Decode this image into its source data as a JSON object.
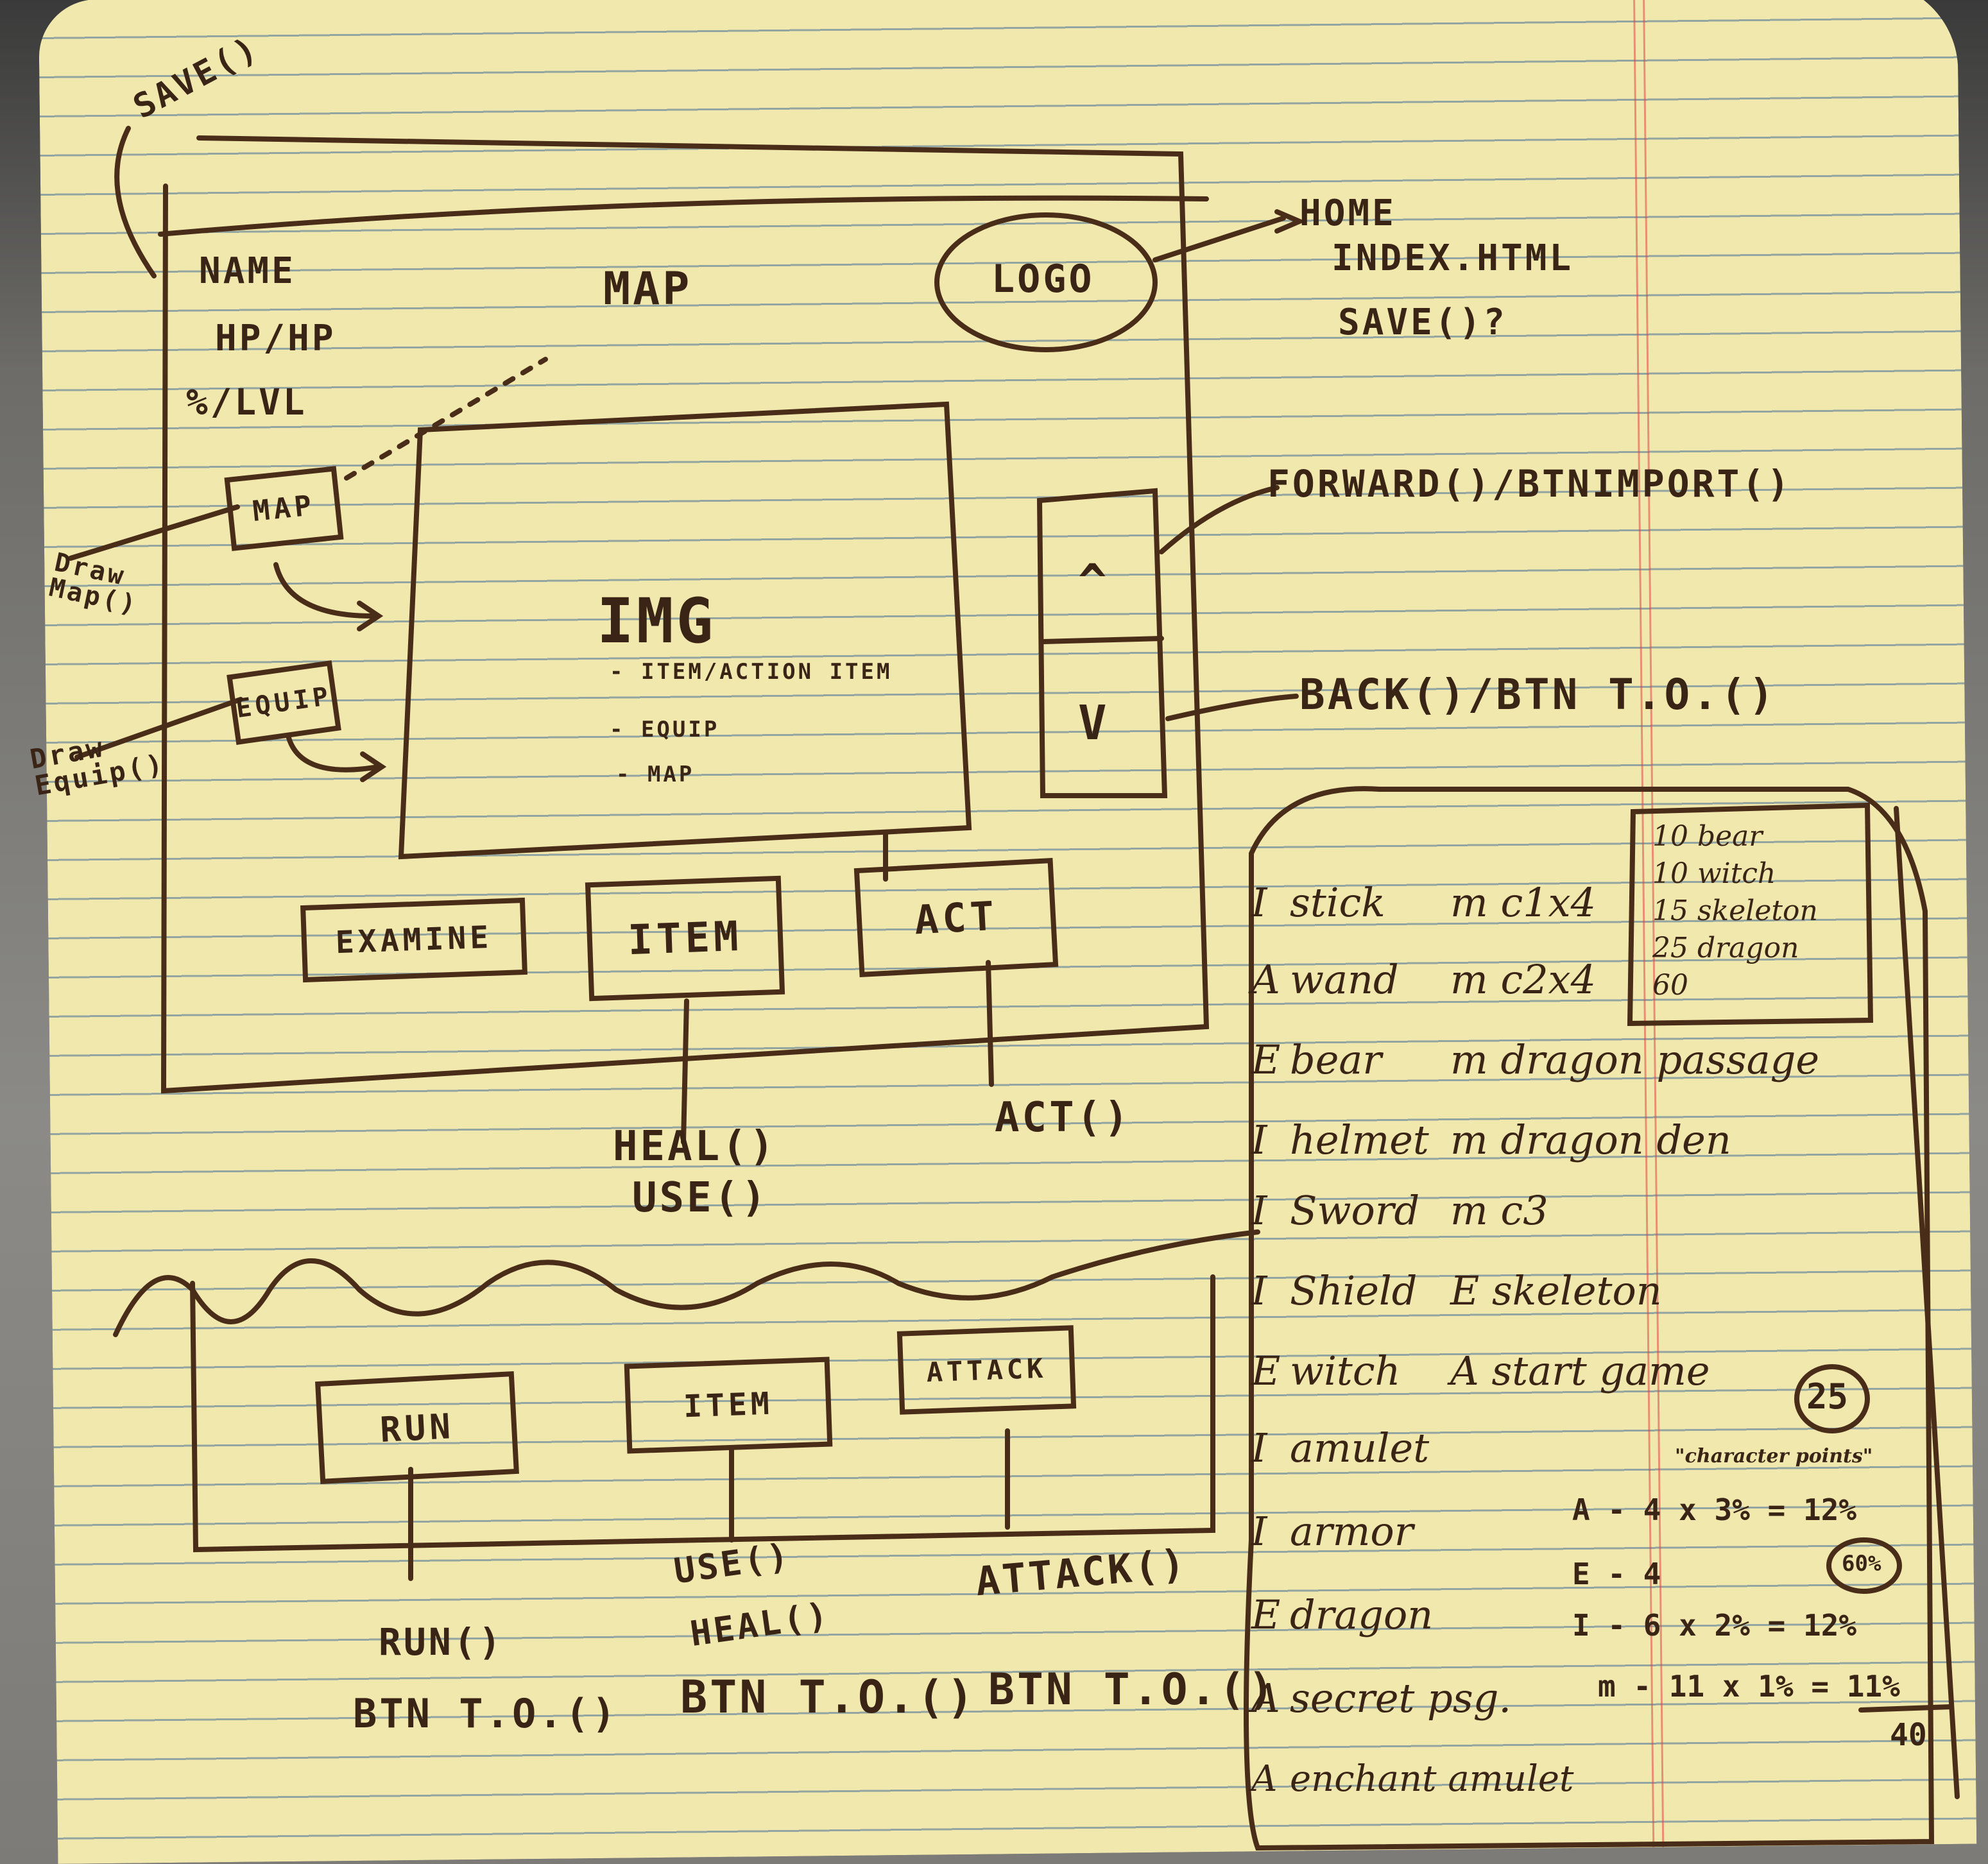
{
  "annotations": {
    "save_top": "SAVE()",
    "home": "HOME",
    "index": "INDEX.HTML",
    "save_q": "SAVE()?",
    "forward": "FORWARD()/BTNIMPORT()",
    "back": "BACK()/BTN T.O.()",
    "draw_map": "Draw Map()",
    "draw_equip": "Draw Equip()",
    "map_label": "MAP"
  },
  "wireframe": {
    "stats": [
      "NAME",
      "HP/HP",
      "%/LVL"
    ],
    "logo": "LOGO",
    "map_button": "MAP",
    "equip_button": "EQUIP",
    "img_title": "IMG",
    "img_items": [
      "- ITEM/ACTION ITEM",
      "- EQUIP",
      "- MAP"
    ],
    "up": "^",
    "down": "V",
    "examine_button": "EXAMINE",
    "item_button": "ITEM",
    "act_button": "ACT",
    "heal_use": [
      "HEAL()",
      "USE()"
    ],
    "act_fn": "ACT()"
  },
  "battle": {
    "run_button": "RUN",
    "item_button": "ITEM",
    "attack_button": "ATTACK",
    "run_fn": [
      "RUN()",
      "BTN T.O.()"
    ],
    "item_fn": [
      "USE()",
      "HEAL()",
      "BTN T.O.()"
    ],
    "attack_fn": [
      "ATTACK()",
      "BTN T.O.()"
    ]
  },
  "inventory": {
    "rows": [
      {
        "type": "I",
        "name": "stick",
        "loc": "m c1x4"
      },
      {
        "type": "A",
        "name": "wand",
        "loc": "m c2x4"
      },
      {
        "type": "E",
        "name": "bear",
        "loc": "m dragon passage"
      },
      {
        "type": "I",
        "name": "helmet",
        "loc": "m dragon den"
      },
      {
        "type": "I",
        "name": "Sword",
        "loc": "m c3"
      },
      {
        "type": "I",
        "name": "Shield",
        "loc": "E skeleton"
      },
      {
        "type": "E",
        "name": "witch",
        "loc": "A start game"
      },
      {
        "type": "I",
        "name": "amulet",
        "loc": ""
      },
      {
        "type": "I",
        "name": "armor",
        "loc": ""
      },
      {
        "type": "E",
        "name": "dragon",
        "loc": ""
      },
      {
        "type": "A",
        "name": "secret psg.",
        "loc": ""
      },
      {
        "type": "A",
        "name": "enchant amulet",
        "loc": ""
      }
    ],
    "circled": "25",
    "legend": [
      "10 bear",
      "10 witch",
      "15 skeleton",
      "25 dragon",
      "60"
    ],
    "points_title": "\"character points\"",
    "calc": [
      "A - 4 x 3% = 12%",
      "E - 4",
      "I - 6 x 2% = 12%",
      "m - 11 x 1% = 11%"
    ],
    "calc_circle": "60%",
    "total": "40"
  }
}
